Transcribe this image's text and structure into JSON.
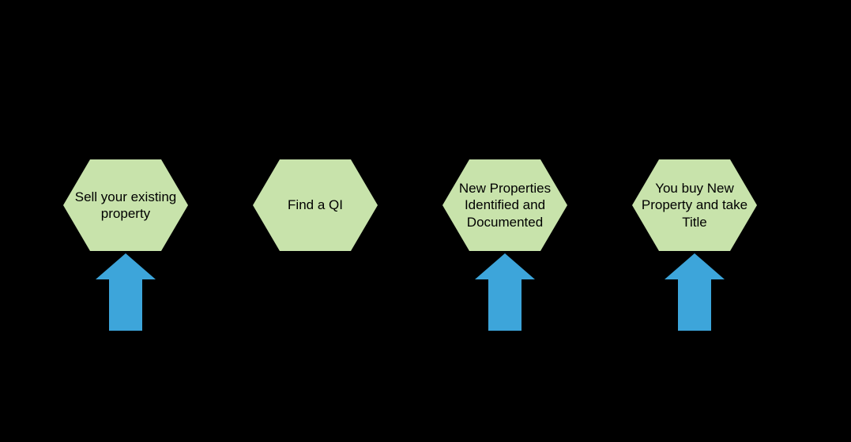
{
  "canvas": {
    "background": "#000000"
  },
  "diagram": {
    "type": "process-steps",
    "node_shape": "hexagon",
    "colors": {
      "hexagon_fill": "#c8e3ab",
      "arrow_fill": "#3da5da",
      "label_text": "#000000"
    },
    "steps": [
      {
        "text": "Sell your existing\nproperty",
        "arrow_below": true
      },
      {
        "text": "Find a QI",
        "arrow_below": false
      },
      {
        "text": "New Properties\nIdentified and\nDocumented",
        "arrow_below": true
      },
      {
        "text": "You buy New\nProperty and take\nTitle",
        "arrow_below": true
      }
    ]
  }
}
